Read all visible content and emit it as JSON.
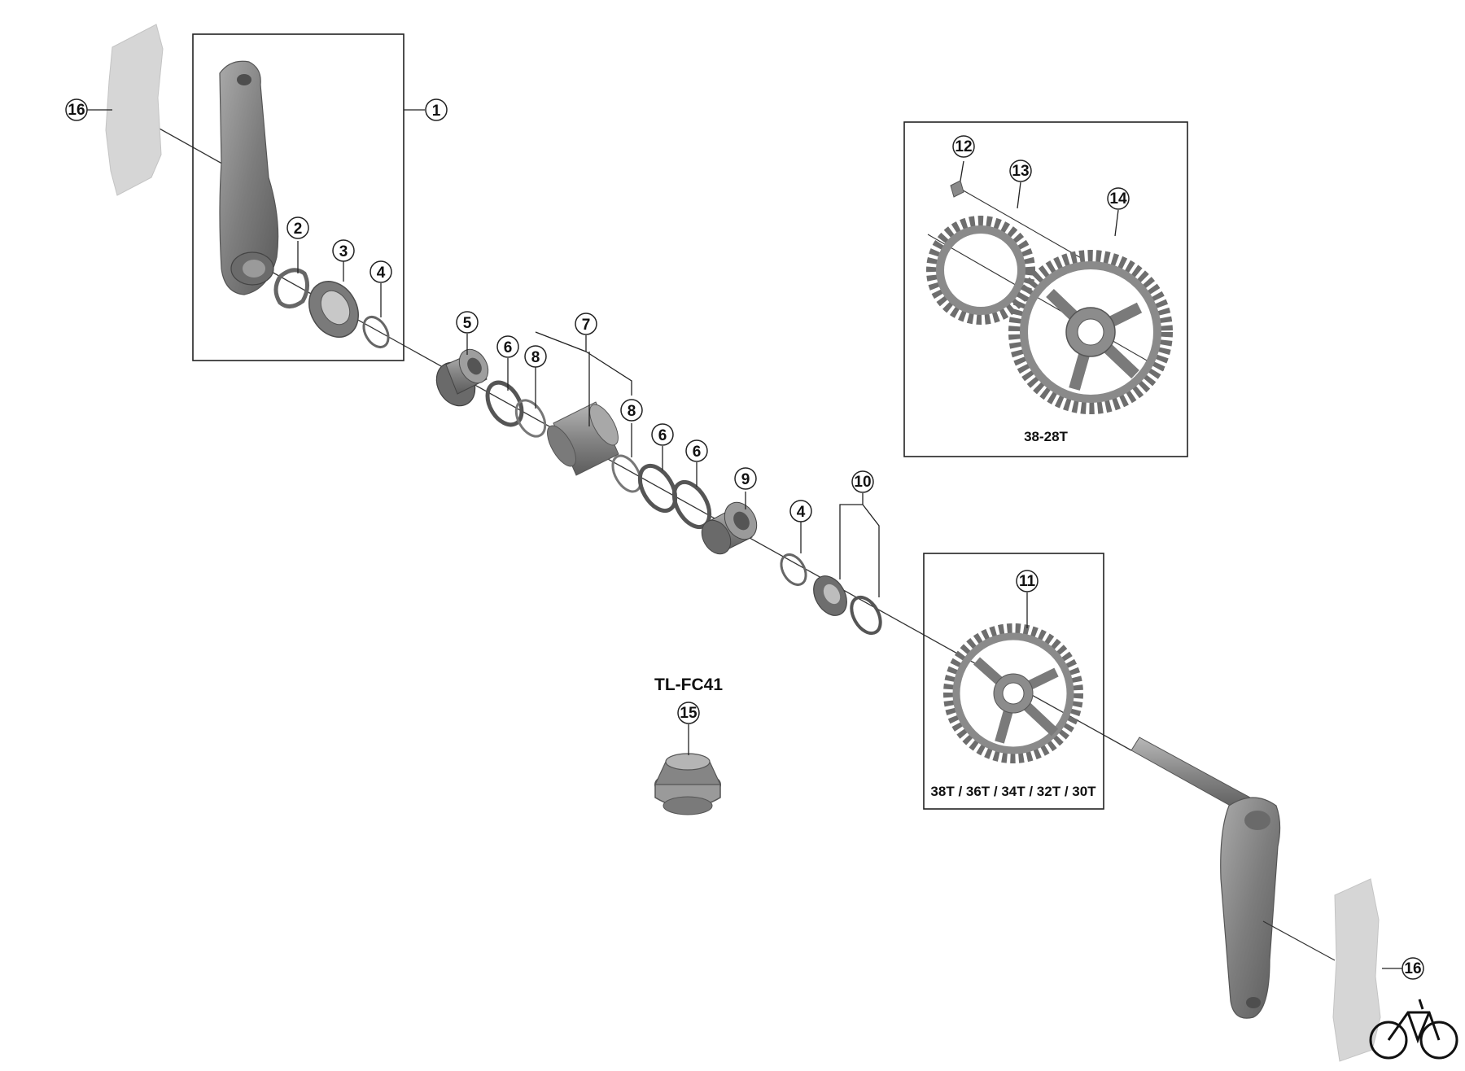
{
  "diagram": {
    "callouts": {
      "c1": "1",
      "c2": "2",
      "c3": "3",
      "c4a": "4",
      "c4b": "4",
      "c5": "5",
      "c6a": "6",
      "c6b": "6",
      "c6c": "6",
      "c7": "7",
      "c8a": "8",
      "c8b": "8",
      "c9": "9",
      "c10": "10",
      "c11": "11",
      "c12": "12",
      "c13": "13",
      "c14": "14",
      "c15": "15",
      "c16a": "16",
      "c16b": "16"
    },
    "captions": {
      "double_chainring": "38-28T",
      "single_chainring": "38T / 36T / 34T / 32T / 30T",
      "tool": "TL-FC41"
    },
    "brand_icon": "bicycle-icon",
    "colors": {
      "part_fill": "#8a8a8a",
      "part_dark": "#5d5d5d",
      "guard": "#d3d3d3",
      "line": "#222222"
    }
  }
}
